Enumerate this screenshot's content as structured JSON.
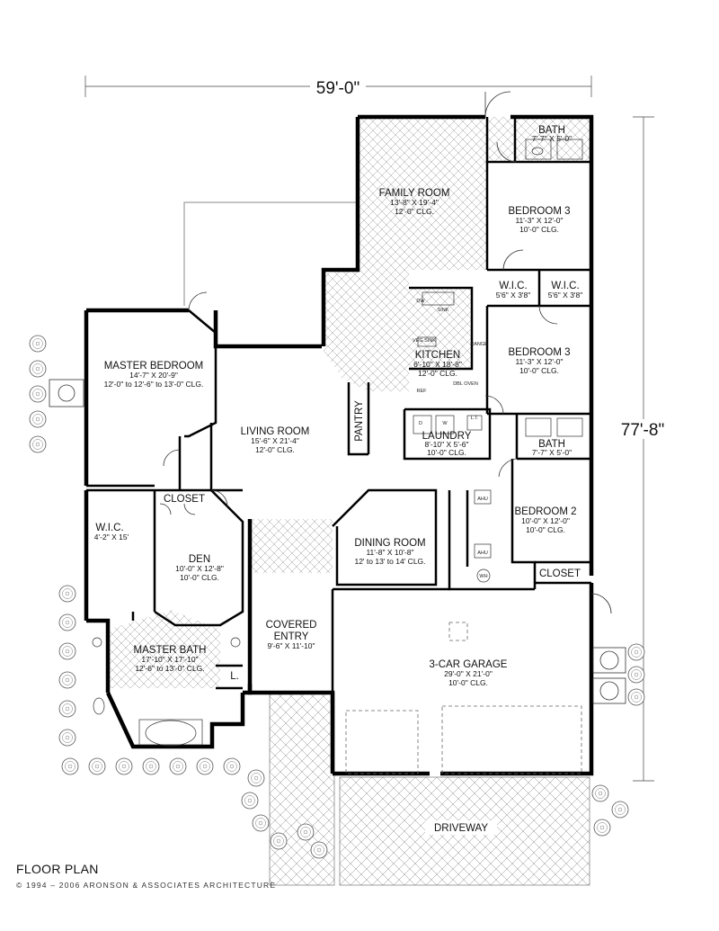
{
  "dimensions": {
    "width": "59'-0\"",
    "depth": "77'-8\""
  },
  "rooms": [
    {
      "id": "bath-top",
      "name": "BATH",
      "dims": "7'-7\" X 5'-0\""
    },
    {
      "id": "family-room",
      "name": "FAMILY ROOM",
      "dims": "13'-8\" X 19'-4\"",
      "ceiling": "12'-0\" CLG."
    },
    {
      "id": "bedroom-3-upper",
      "name": "BEDROOM 3",
      "dims": "11'-3\" X 12'-0\"",
      "ceiling": "10'-0\" CLG."
    },
    {
      "id": "wic-left",
      "name": "W.I.C.",
      "dims": "5'6\" X 3'8\""
    },
    {
      "id": "wic-right",
      "name": "W.I.C.",
      "dims": "5'6\" X 3'8\""
    },
    {
      "id": "master-bedroom",
      "name": "MASTER BEDROOM",
      "dims": "14'-7\" X 20'-9\"",
      "ceiling": "12'-0\" to 12'-6\" to 13'-0\" CLG."
    },
    {
      "id": "kitchen",
      "name": "KITCHEN",
      "dims": "6'-10\" X 18'-8\"",
      "ceiling": "12'-0\" CLG."
    },
    {
      "id": "bedroom-3-lower",
      "name": "BEDROOM 3",
      "dims": "11'-3\" X 12'-0\"",
      "ceiling": "10'-0\" CLG."
    },
    {
      "id": "living-room",
      "name": "LIVING ROOM",
      "dims": "15'-6\" X 21'-4\"",
      "ceiling": "12'-0\" CLG."
    },
    {
      "id": "pantry",
      "name": "PANTRY"
    },
    {
      "id": "laundry",
      "name": "LAUNDRY",
      "dims": "8'-10\" X 5'-6\"",
      "ceiling": "10'-0\" CLG."
    },
    {
      "id": "bath-middle",
      "name": "BATH",
      "dims": "7'-7\" X 5'-0\""
    },
    {
      "id": "closet-den",
      "name": "CLOSET"
    },
    {
      "id": "bedroom-2",
      "name": "BEDROOM 2",
      "dims": "10'-0\" X 12'-0\"",
      "ceiling": "10'-0\" CLG."
    },
    {
      "id": "wic-master",
      "name": "W.I.C.",
      "dims": "4'-2\" X 15'"
    },
    {
      "id": "den",
      "name": "DEN",
      "dims": "10'-0\" X 12'-8\"",
      "ceiling": "10'-0\" CLG."
    },
    {
      "id": "dining-room",
      "name": "DINING ROOM",
      "dims": "11'-8\" X 10'-8\"",
      "ceiling": "12' to 13' to 14' CLG."
    },
    {
      "id": "closet-garage",
      "name": "CLOSET"
    },
    {
      "id": "covered-entry",
      "name": "COVERED",
      "name2": "ENTRY",
      "dims": "9'-6\" X 11'-10\""
    },
    {
      "id": "master-bath",
      "name": "MASTER BATH",
      "dims": "17'-10\" X 17'-10\"",
      "ceiling": "12'-6\" to 13'-0\" CLG."
    },
    {
      "id": "linen",
      "name": "L."
    },
    {
      "id": "garage",
      "name": "3-CAR GARAGE",
      "dims": "29'-0\" X 21'-0\"",
      "ceiling": "10'-0\" CLG."
    },
    {
      "id": "driveway",
      "name": "DRIVEWAY"
    }
  ],
  "fixtures": {
    "dw": "DW",
    "sink": "SINK",
    "veg_sink": "VEG SINK",
    "range": "RANGE",
    "ref": "REF",
    "dbl_oven": "DBL OVEN",
    "ahu": "AHU",
    "wh": "WH",
    "washer": "W",
    "dryer": "D",
    "laundry_tub": "L.T."
  },
  "footer": {
    "title": "FLOOR PLAN",
    "copyright": "© 1994 – 2006 ARONSON & ASSOCIATES   ARCHITECTURE"
  }
}
